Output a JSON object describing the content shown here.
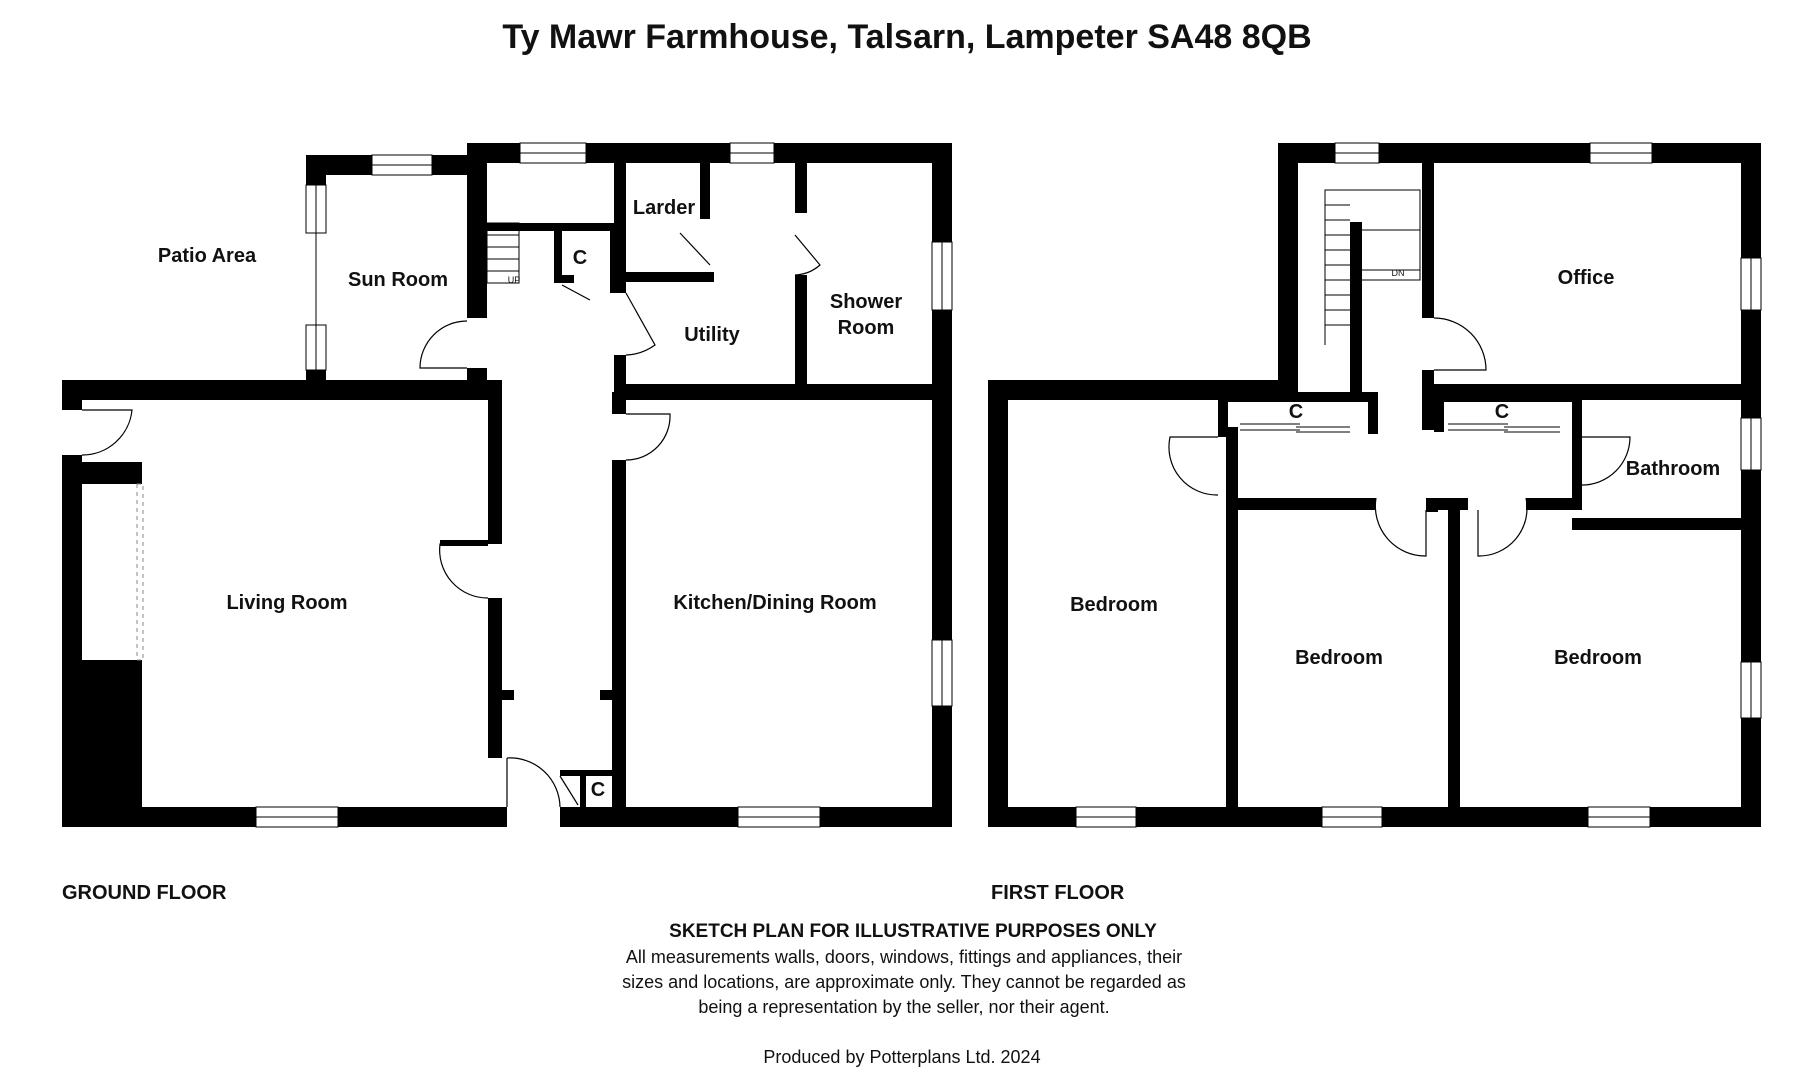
{
  "title": "Ty Mawr Farmhouse, Talsarn, Lampeter SA48 8QB",
  "ground_floor": {
    "label": "GROUND FLOOR",
    "rooms": {
      "patio": "Patio Area",
      "sun_room": "Sun Room",
      "larder": "Larder",
      "utility": "Utility",
      "shower_room_line1": "Shower",
      "shower_room_line2": "Room",
      "living_room": "Living Room",
      "kitchen": "Kitchen/Dining Room",
      "cupboard_top": "C",
      "cupboard_bottom": "C",
      "stairs_up": "UP"
    }
  },
  "first_floor": {
    "label": "FIRST FLOOR",
    "rooms": {
      "office": "Office",
      "bathroom": "Bathroom",
      "bedroom_left": "Bedroom",
      "bedroom_middle": "Bedroom",
      "bedroom_right": "Bedroom",
      "cupboard_left": "C",
      "cupboard_right": "C",
      "stairs_down": "DN"
    }
  },
  "disclaimer": {
    "heading": "SKETCH PLAN FOR ILLUSTRATIVE PURPOSES ONLY",
    "line1": "All measurements walls, doors, windows, fittings and appliances, their",
    "line2": "sizes and locations, are approximate only. They cannot be regarded as",
    "line3": "being a representation by the seller, nor their agent."
  },
  "producer": "Produced by Potterplans Ltd. 2024"
}
